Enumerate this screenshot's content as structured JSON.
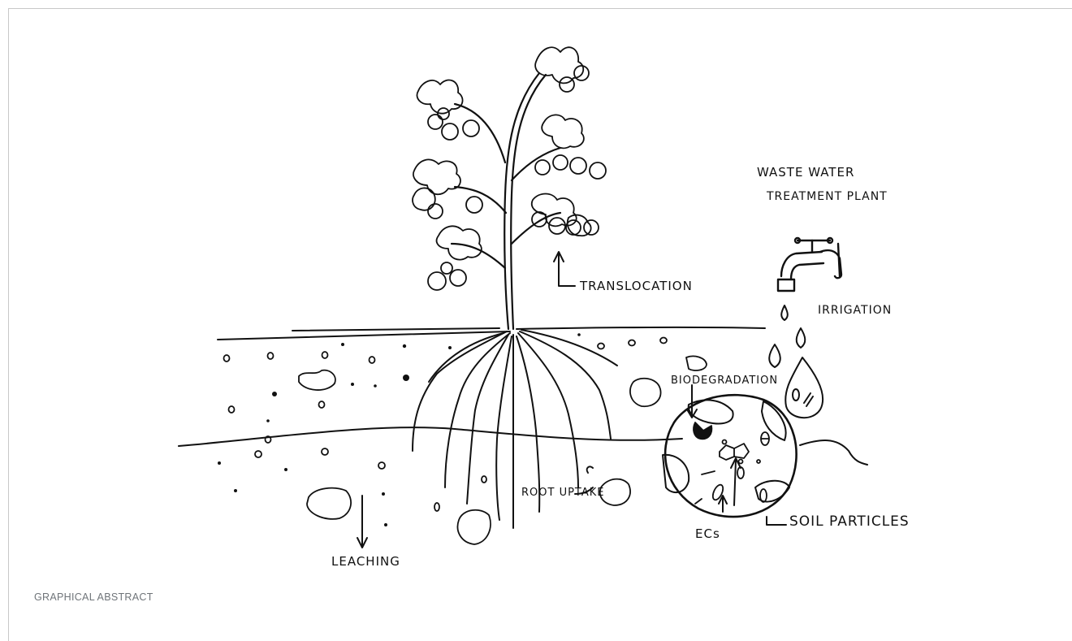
{
  "caption": "GRAPHICAL ABSTRACT",
  "labels": {
    "wwtp_line1": "WASTE WATER",
    "wwtp_line2": "TREATMENT PLANT",
    "translocation": "TRANSLOCATION",
    "irrigation": "IRRIGATION",
    "biodegradation": "BIODEGRADATION",
    "root_uptake": "ROOT UPTAKE",
    "soil_particles": "SOIL PARTICLES",
    "ecs": "ECs",
    "leaching": "LEACHING"
  },
  "colors": {
    "ink": "#111111",
    "caption": "#6f7479",
    "frame": "#c8c8c8"
  },
  "icons": [
    "water-tap-icon",
    "water-drop-icon",
    "tomato-plant-icon",
    "soil-particle-icon",
    "microbe-icon"
  ]
}
